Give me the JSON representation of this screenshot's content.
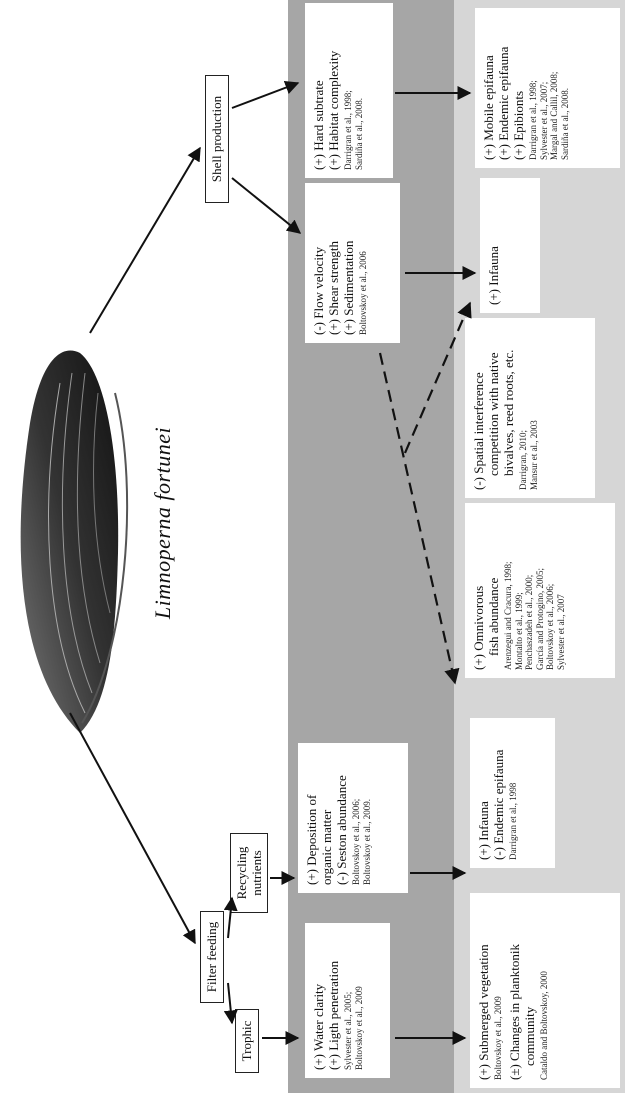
{
  "species": "Limnoperna fortunei",
  "nodes": {
    "filter_feeding": "Filter feeding",
    "shell_production": "Shell production",
    "trophic": "Trophic",
    "recycling_nutrients": [
      "Recycling",
      "nutrients"
    ]
  },
  "middle": {
    "trophic": {
      "lines": [
        "(+) Water clarity",
        "(+) Ligth penetration"
      ],
      "refs": [
        "Sylvester et al., 2005;",
        "Boltovskoy et al., 2009"
      ]
    },
    "recycling": {
      "lines": [
        "(+) Deposition of",
        "organic matter",
        "(-) Seston abundance"
      ],
      "refs": [
        "Boltovskoy et al., 2006;",
        "Boltovskoy et al., 2009."
      ]
    },
    "flow": {
      "lines": [
        "(-) Flow velocity",
        "(+) Shear strength",
        "(+) Sedimentation"
      ],
      "refs": [
        "Boltovskoy et al., 2006"
      ]
    },
    "substrate": {
      "lines": [
        "(+) Hard subtrate",
        "(+) Habitat complexity"
      ],
      "refs": [
        "Darrigran et al., 1998;",
        "Sardiña et al., 2008."
      ]
    }
  },
  "bottom": {
    "vegetation": {
      "lines": [
        "(+) Submerged vegetation"
      ],
      "refs1": [
        "Boltovskoy et al., 2009"
      ],
      "lines2": [
        "(±) Changes in planktonik",
        "community"
      ],
      "refs2": [
        "Cataldo and Boltovskoy, 2000"
      ]
    },
    "infauna_epifauna": {
      "lines": [
        "(+) Infauna",
        "(-) Endemic epifauna"
      ],
      "refs": [
        "Darrigran et al., 1998"
      ]
    },
    "fish": {
      "lines": [
        "(+) Omnivorous",
        "fish abundance"
      ],
      "refs": [
        "Arenzegui and Cracura, 1998;",
        "Montalto et al., 1999;",
        "Penchaszadeh et al., 2000;",
        "García and Protogino, 2005;",
        "Boltovskoy et al., 2006;",
        "Sylvester et al., 2007"
      ]
    },
    "spatial": {
      "lines": [
        "(-) Spatial interference",
        "competition with native",
        "bivalves, reed roots, etc."
      ],
      "refs": [
        "Darrigran, 2010;",
        "Mansur et al., 2003"
      ]
    },
    "infauna": {
      "lines": [
        "(+) Infauna"
      ]
    },
    "mobile": {
      "lines": [
        "(+) Mobile epifauna",
        "(+) Endemic epifauna",
        "(+) Epibionts"
      ],
      "refs": [
        "Darrigran et al., 1998;",
        "Sylvester et al., 2007;",
        "Margal and Callil, 2008;",
        "Sardiña et al., 2008."
      ]
    }
  },
  "colors": {
    "band_mid": "#a6a6a6",
    "band_bottom": "#d6d6d6"
  }
}
